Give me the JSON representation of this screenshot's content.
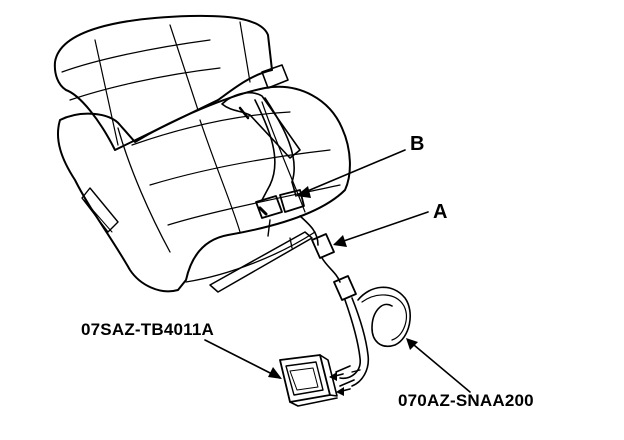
{
  "callouts": {
    "b": "B",
    "a": "A",
    "left_tool": "07SAZ-TB4011A",
    "right_tool": "070AZ-SNAA200"
  },
  "colors": {
    "ink": "#000000",
    "paper": "#ffffff"
  },
  "icons": [
    "seat-illustration",
    "connector-b",
    "connector-a",
    "test-harness",
    "simulator-box"
  ]
}
